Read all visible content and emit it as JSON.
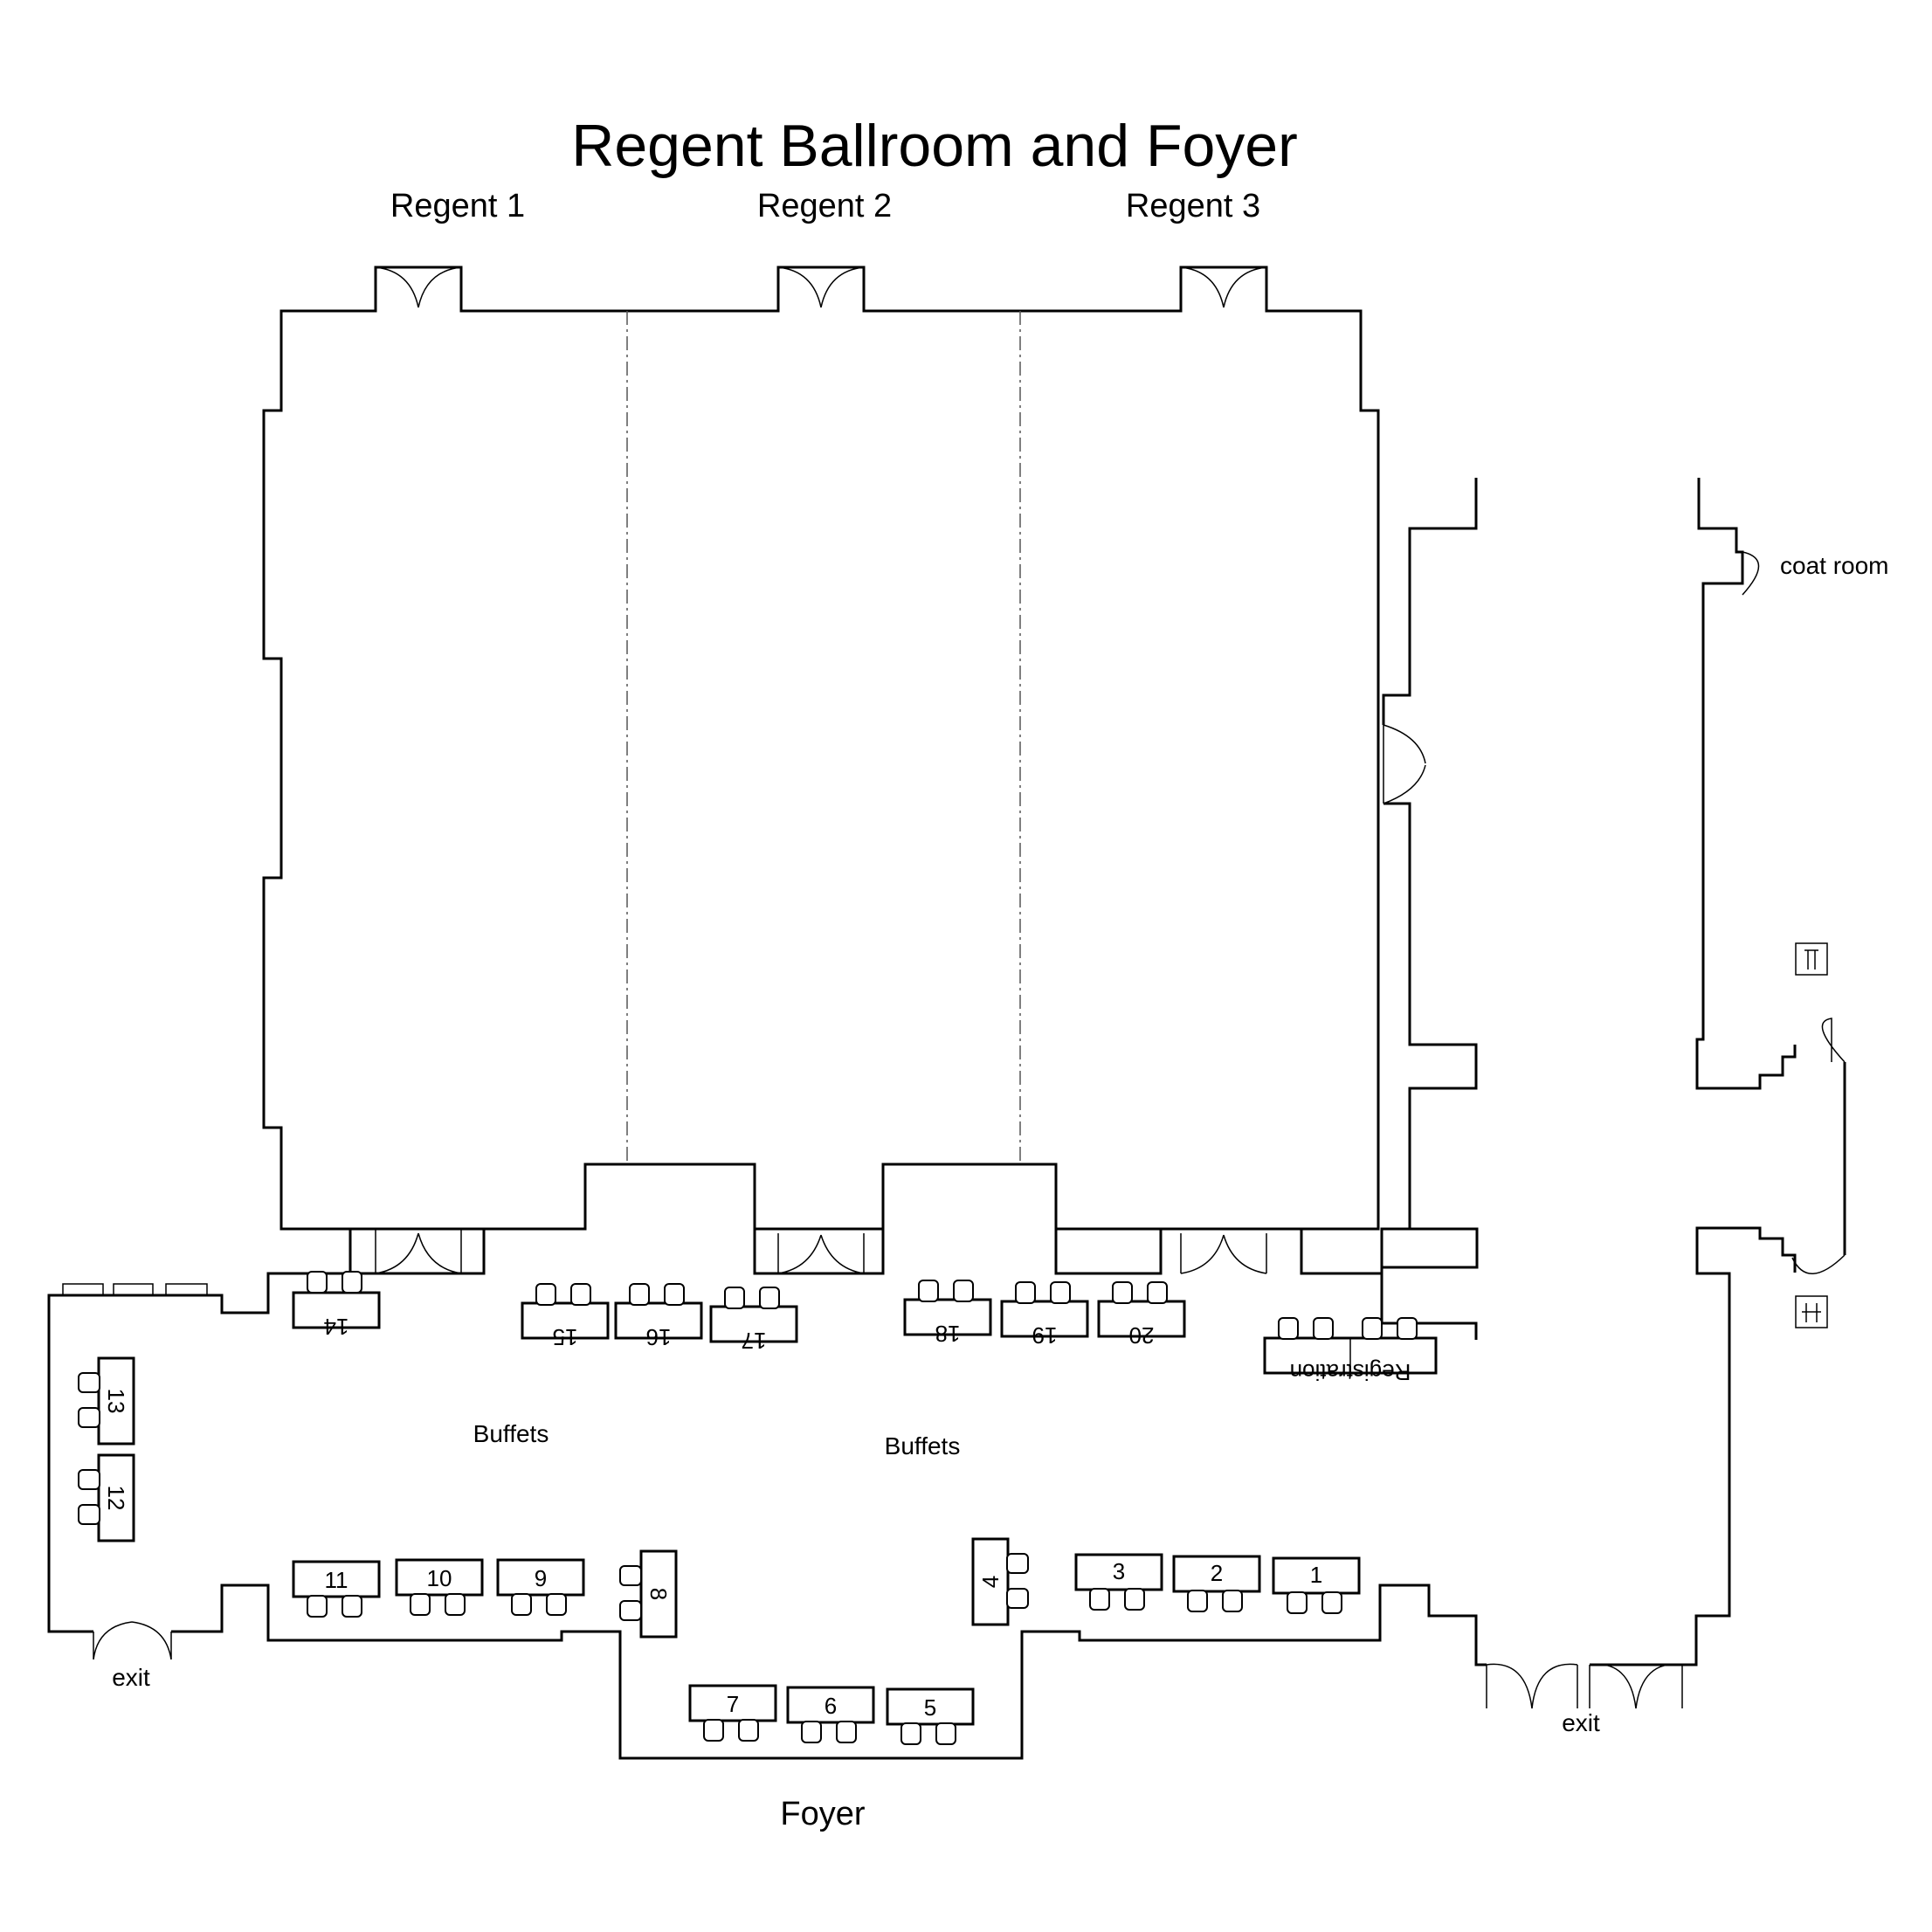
{
  "title": "Regent Ballroom and Foyer",
  "rooms": {
    "regent1": "Regent 1",
    "regent2": "Regent 2",
    "regent3": "Regent 3",
    "foyer": "Foyer",
    "coat_room": "coat room"
  },
  "labels": {
    "buffets_left": "Buffets",
    "buffets_right": "Buffets",
    "exit_left": "exit",
    "exit_right": "exit"
  },
  "tables": {
    "t1": "1",
    "t2": "2",
    "t3": "3",
    "t4": "4",
    "t5": "5",
    "t6": "6",
    "t7": "7",
    "t8": "8",
    "t9": "9",
    "t10": "10",
    "t11": "11",
    "t12": "12",
    "t13": "13",
    "t14": "14",
    "t15": "15",
    "t16": "16",
    "t17": "17",
    "t18": "18",
    "t19": "19",
    "t20": "20",
    "registration": "Registration"
  },
  "icons": [
    "double-door-icon",
    "single-door-icon",
    "chair-icon",
    "restroom-icon"
  ]
}
